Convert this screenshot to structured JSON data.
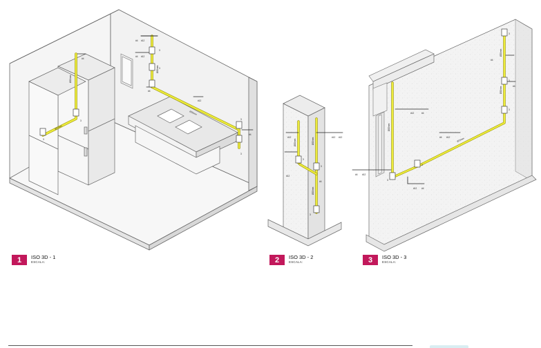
{
  "views": [
    {
      "number": "1",
      "title": "ISO 3D - 1",
      "subtitle": "ESCALA:"
    },
    {
      "number": "2",
      "title": "ISO 3D - 2",
      "subtitle": "ESCALA:"
    },
    {
      "number": "3",
      "title": "ISO 3D - 3",
      "subtitle": "ESCALA:"
    }
  ],
  "colors": {
    "accent": "#c2185b",
    "pipe": "#e8e83a",
    "pipe_edge": "#9a9a00",
    "line": "#333333",
    "wall_fill": "#f4f4f4"
  },
  "labels": {
    "view1": {
      "pipe_a": "Ø20mm",
      "pipe_b": "Ø20mm",
      "pipe_c": "Ø20mm",
      "pipe_d": "Ø20mm",
      "box_a": "3",
      "box_b": "3",
      "box_c": "3",
      "box_d": "3",
      "box_e": "3",
      "box_f": "3",
      "t1": "#4",
      "t2": "#12",
      "t3": "#4",
      "t4": "#12",
      "t5": "#4",
      "t6": "#4",
      "t7": "#12",
      "t8": "#4"
    },
    "view2": {
      "pipe_a": "Ø20mm",
      "pipe_b": "Ø20mm",
      "pipe_c": "Ø20mm",
      "box_a": "3",
      "box_b": "3",
      "box_c": "3",
      "t1": "#12",
      "t2": "#12",
      "t3": "#12",
      "t4": "#12",
      "t5": "#4"
    },
    "view3": {
      "pipe_a": "Ø20mm",
      "pipe_b": "Ø20mm",
      "pipe_c": "Ø20mm",
      "pipe_d": "Ø20mm",
      "box_a": "3",
      "box_b": "3",
      "box_c": "3",
      "box_d": "3",
      "box_e": "3",
      "t1": "#12",
      "t2": "#4",
      "t3": "#12",
      "t4": "#4",
      "t5": "#12",
      "t6": "#4",
      "t7": "#4",
      "t8": "#4",
      "t9": "#12",
      "t10": "#4"
    }
  }
}
